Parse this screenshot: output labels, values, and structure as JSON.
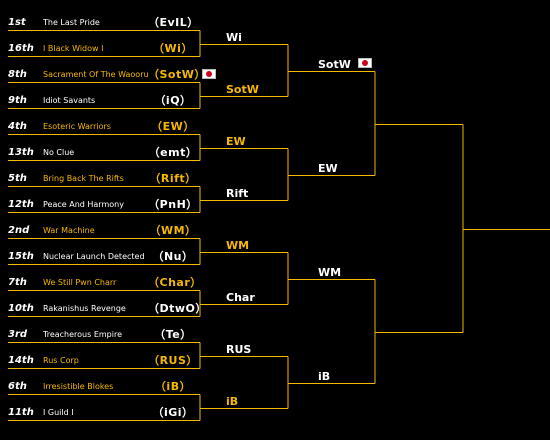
{
  "round1": [
    {
      "seed": "1st",
      "name": "The Last Pride",
      "tag": "（EvIL）",
      "winner": false
    },
    {
      "seed": "16th",
      "name": "I Black Widow I",
      "tag": "（Wi）",
      "winner": true
    },
    {
      "seed": "8th",
      "name": "Sacrament Of The Waooru",
      "tag": "（SotW）",
      "winner": true,
      "flag": true
    },
    {
      "seed": "9th",
      "name": "Idiot Savants",
      "tag": "（iQ）",
      "winner": false
    },
    {
      "seed": "4th",
      "name": "Esoteric Warriors",
      "tag": "（EW）",
      "winner": true
    },
    {
      "seed": "13th",
      "name": "No Clue",
      "tag": "（emt）",
      "winner": false
    },
    {
      "seed": "5th",
      "name": "Bring Back The Rifts",
      "tag": "（Rift）",
      "winner": true
    },
    {
      "seed": "12th",
      "name": "Peace And Harmony",
      "tag": "（PnH）",
      "winner": false
    },
    {
      "seed": "2nd",
      "name": "War Machine",
      "tag": "（WM）",
      "winner": true
    },
    {
      "seed": "15th",
      "name": "Nuclear Launch Detected",
      "tag": "（Nu）",
      "winner": false
    },
    {
      "seed": "7th",
      "name": "We Still Pwn Charr",
      "tag": "（Char）",
      "winner": true
    },
    {
      "seed": "10th",
      "name": "Rakanishus Revenge",
      "tag": "（DtwO）",
      "winner": false
    },
    {
      "seed": "3rd",
      "name": "Treacherous Empire",
      "tag": "（Te）",
      "winner": false
    },
    {
      "seed": "14th",
      "name": "Rus Corp",
      "tag": "（RUS）",
      "winner": true
    },
    {
      "seed": "6th",
      "name": "Irresistible Blokes",
      "tag": "（iB）",
      "winner": true
    },
    {
      "seed": "11th",
      "name": "I Guild I",
      "tag": "（iGi）",
      "winner": false
    }
  ],
  "round2": [
    {
      "tag": "Wi",
      "winner": false
    },
    {
      "tag": "SotW",
      "winner": true
    },
    {
      "tag": "EW",
      "winner": true
    },
    {
      "tag": "Rift",
      "winner": false
    },
    {
      "tag": "WM",
      "winner": true
    },
    {
      "tag": "Char",
      "winner": false
    },
    {
      "tag": "RUS",
      "winner": false
    },
    {
      "tag": "iB",
      "winner": true
    }
  ],
  "round3": [
    {
      "tag": "SotW",
      "winner": false,
      "flag": true
    },
    {
      "tag": "EW",
      "winner": false
    },
    {
      "tag": "WM",
      "winner": false
    },
    {
      "tag": "iB",
      "winner": false
    }
  ],
  "colors": {
    "line": "#f5b800",
    "winner_text": "#f5b800",
    "text": "#ffffff",
    "background": "#000000"
  }
}
